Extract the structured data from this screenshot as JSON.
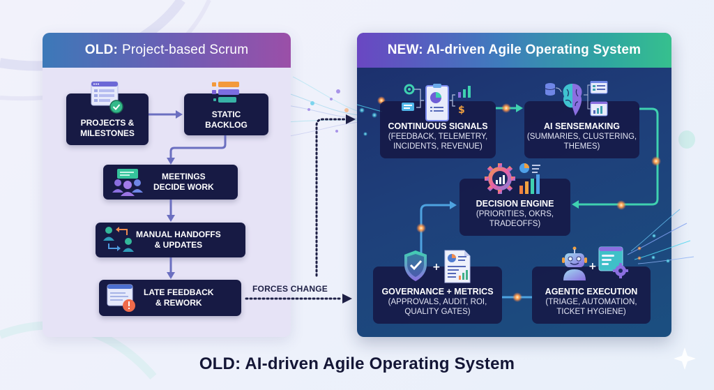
{
  "old_panel": {
    "header_prefix": "OLD:",
    "header_title": "Project-based Scrum",
    "steps": [
      {
        "label": "PROJECTS &\nMILESTONES",
        "icon": "checklist-window-icon"
      },
      {
        "label": "STATIC\nBACKLOG",
        "icon": "backlog-bars-icon"
      },
      {
        "label": "MEETINGS\nDECIDE WORK",
        "icon": "meeting-group-icon"
      },
      {
        "label": "MANUAL HANDOFFS\n& UPDATES",
        "icon": "handoff-people-icon"
      },
      {
        "label": "LATE FEEDBACK\n& REWORK",
        "icon": "warning-document-icon"
      }
    ]
  },
  "transition": {
    "label": "FORCES CHANGE"
  },
  "new_panel": {
    "header_title": "NEW: AI-driven Agile Operating System",
    "nodes": [
      {
        "title": "CONTINUOUS SIGNALS",
        "subtitle": "(FEEDBACK, TELEMETRY,\nINCIDENTS, REVENUE)",
        "icon": "clipboard-signals-icon"
      },
      {
        "title": "AI SENSEMAKING",
        "subtitle": "(SUMMARIES, CLUSTERING,\nTHEMES)",
        "icon": "brain-icon"
      },
      {
        "title": "DECISION ENGINE",
        "subtitle": "(PRIORITIES, OKRS,\nTRADEOFFS)",
        "icon": "gear-chart-icon"
      },
      {
        "title": "GOVERNANCE + METRICS",
        "subtitle": "(APPROVALS, AUDIT, ROI,\nQUALITY GATES)",
        "icon": "shield-report-icon"
      },
      {
        "title": "AGENTIC EXECUTION",
        "subtitle": "(TRIAGE, AUTOMATION,\nTICKET HYGIENE)",
        "icon": "robot-automation-icon"
      }
    ],
    "plus_sign": "+"
  },
  "footer": {
    "title": "OLD: AI-driven Agile Operating System"
  },
  "colors": {
    "old_box": "#171a44",
    "new_panel": "#1e3f7a",
    "flow_teal": "#3fd1b0",
    "flow_blue": "#4ea3e0",
    "old_arrow": "#6b6fc0",
    "glow": "#ffb060"
  }
}
